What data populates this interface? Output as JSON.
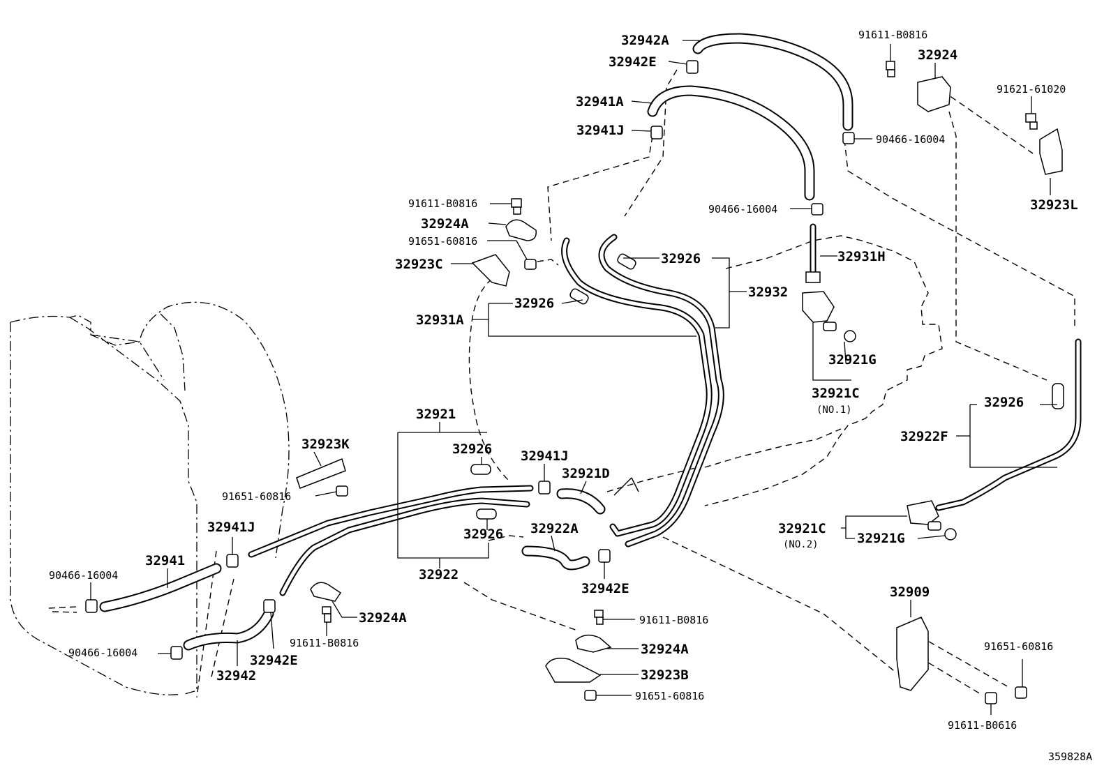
{
  "diagram_id": "359828A",
  "labels": {
    "p32942A": "32942A",
    "p32942E_top": "32942E",
    "p32941A": "32941A",
    "p32941J_top": "32941J",
    "p91611_B0816_top": "91611-B0816",
    "p32924": "32924",
    "p91621_61020": "91621-61020",
    "p90466_16004_a": "90466-16004",
    "p32923L": "32923L",
    "p91611_B0816_mid": "91611-B0816",
    "p32924A_mid": "32924A",
    "p91651_60816_mid": "91651-60816",
    "p32923C": "32923C",
    "p90466_16004_b": "90466-16004",
    "p32926_a": "32926",
    "p32931H": "32931H",
    "p32932": "32932",
    "p32926_b": "32926",
    "p32931A": "32931A",
    "p32921G_top": "32921G",
    "p32921C_top": "32921C",
    "p32921C_top_note": "(NO.1)",
    "p32926_c": "32926",
    "p32922F": "32922F",
    "p32921": "32921",
    "p32923K": "32923K",
    "p32926_d": "32926",
    "p32941J_mid": "32941J",
    "p32921D": "32921D",
    "p91651_60816_left": "91651-60816",
    "p32941J_left": "32941J",
    "p32941": "32941",
    "p90466_16004_c": "90466-16004",
    "p32926_e": "32926",
    "p32922A": "32922A",
    "p32922": "32922",
    "p32921C_bot": "32921C",
    "p32921C_bot_note": "(NO.2)",
    "p32921G_bot": "32921G",
    "p32942E_mid": "32942E",
    "p32924A_left": "32924A",
    "p91611_B0816_left": "91611-B0816",
    "p90466_16004_d": "90466-16004",
    "p32942E_bot": "32942E",
    "p32942": "32942",
    "p91611_B0816_bot": "91611-B0816",
    "p32924A_bot": "32924A",
    "p32923B": "32923B",
    "p91651_60816_bot": "91651-60816",
    "p32909": "32909",
    "p91651_60816_right": "91651-60816",
    "p91611_B0616": "91611-B0616"
  }
}
